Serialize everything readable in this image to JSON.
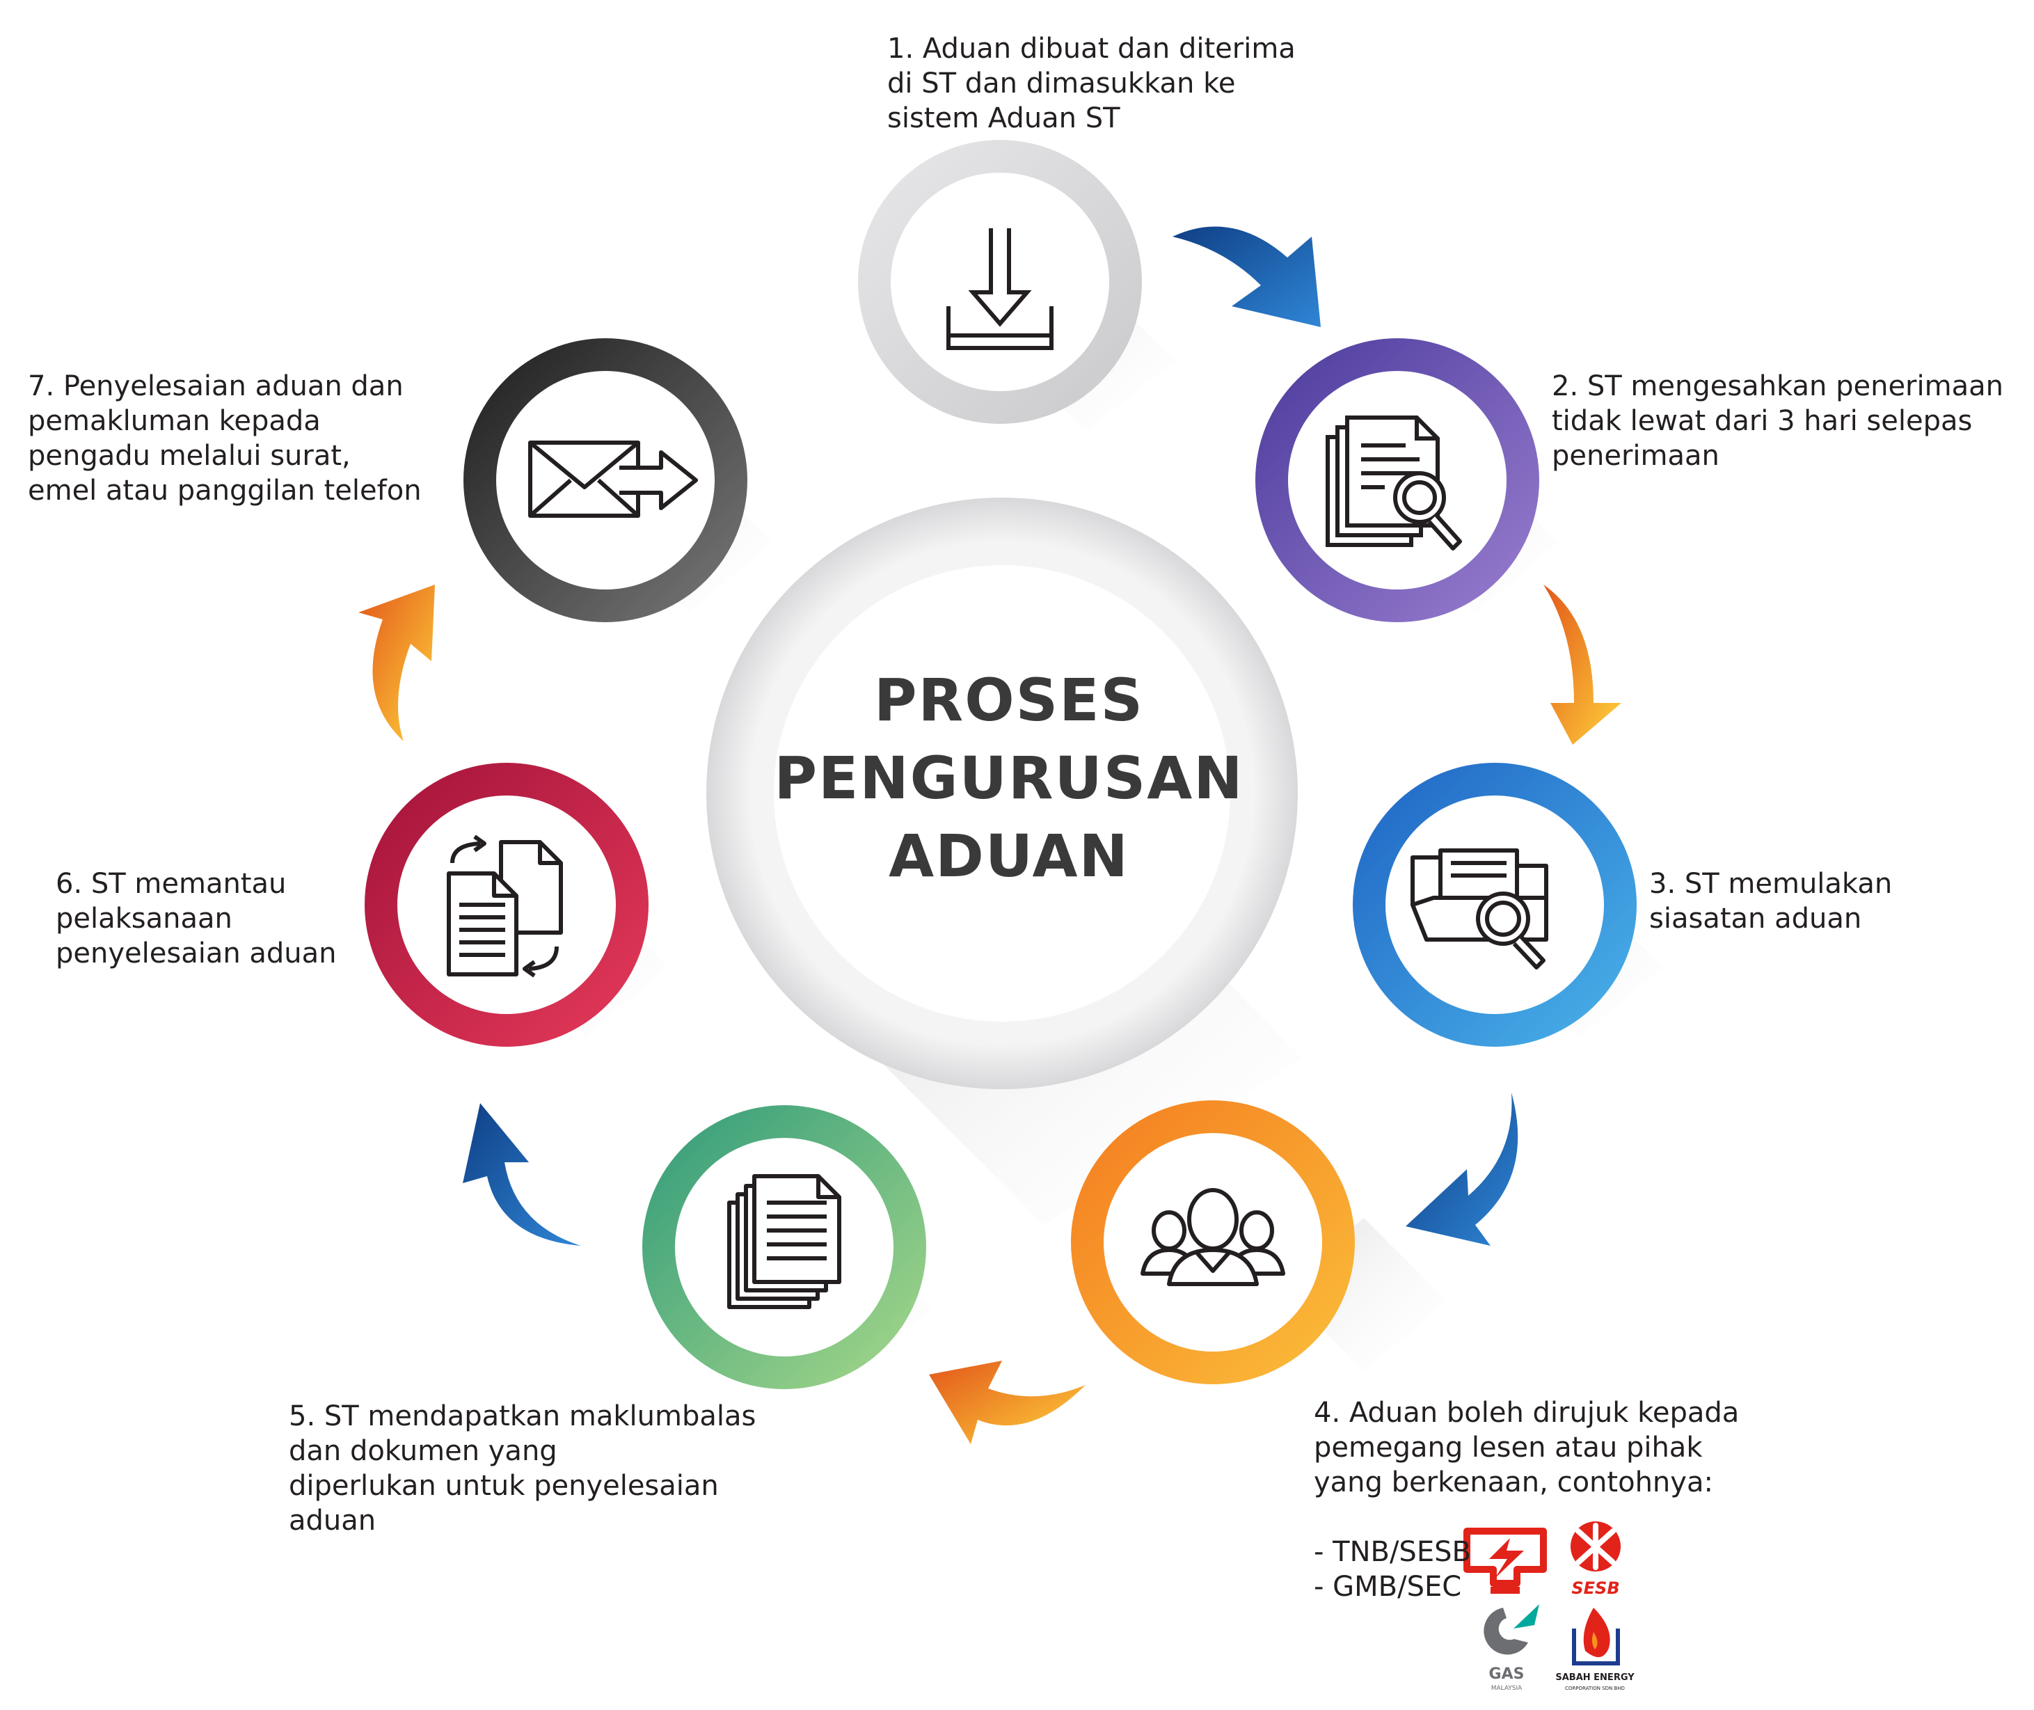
{
  "center": {
    "title_lines": [
      "PROSES",
      "PENGURUSAN",
      "ADUAN"
    ]
  },
  "steps": [
    {
      "id": 1,
      "text": "1. Aduan dibuat dan diterima\ndi ST dan dimasukkan ke\nsistem Aduan ST",
      "icon": "download-tray-icon",
      "ring_color": "#dcdcdc"
    },
    {
      "id": 2,
      "text": "2. ST mengesahkan penerimaan\ntidak lewat dari 3 hari selepas\npenerimaan",
      "icon": "document-search-icon",
      "ring_color": "#6a4fae"
    },
    {
      "id": 3,
      "text": "3. ST memulakan\nsiasatan aduan",
      "icon": "folder-search-icon",
      "ring_color": "#2f8fd8"
    },
    {
      "id": 4,
      "text": "4. Aduan boleh dirujuk kepada\npemegang lesen atau pihak\nyang berkenaan, contohnya:",
      "icon": "people-group-icon",
      "ring_color": "#f7941d"
    },
    {
      "id": 5,
      "text": "5. ST mendapatkan maklumbalas\ndan dokumen  yang\ndiperlukan untuk penyelesaian\naduan",
      "icon": "document-stack-icon",
      "ring_color": "#3aa37c"
    },
    {
      "id": 6,
      "text": "6. ST memantau\npelaksanaan\npenyelesaian aduan",
      "icon": "document-sync-icon",
      "ring_color": "#c4143f"
    },
    {
      "id": 7,
      "text": "7. Penyelesaian aduan dan\npemakluman kepada\npengadu  melalui surat,\nemel atau panggilan telefon",
      "icon": "envelope-send-icon",
      "ring_color": "#2b2b2b"
    }
  ],
  "examples": {
    "lines": [
      "- TNB/SESB",
      "- GMB/SEC"
    ],
    "logos": [
      {
        "name": "tnb-logo",
        "label": ""
      },
      {
        "name": "sesb-logo",
        "label": "SESB"
      },
      {
        "name": "gas-malaysia-logo",
        "label": "GAS",
        "sublabel": "MALAYSIA"
      },
      {
        "name": "sabah-energy-logo",
        "label": "SABAH ENERGY",
        "sublabel": "CORPORATION SDN BHD"
      }
    ]
  },
  "colors": {
    "arrow_blue": "#1f5fae",
    "arrow_orange": "#f7a21b",
    "text": "#231f20",
    "center_text": "#3a3a3a"
  }
}
